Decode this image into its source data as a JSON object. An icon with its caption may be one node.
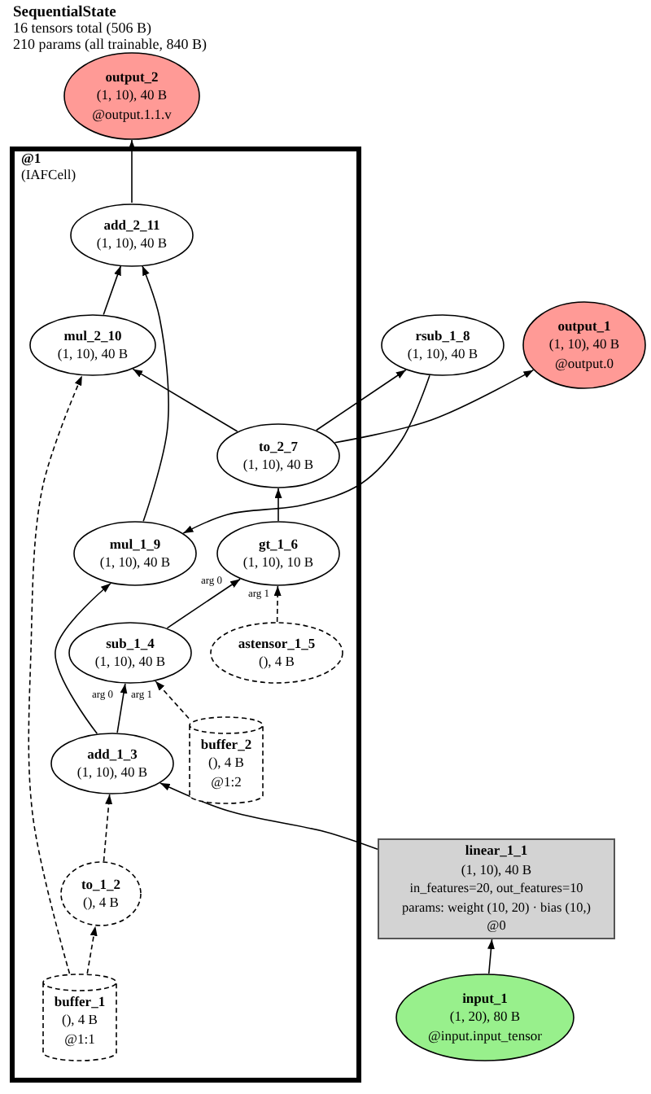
{
  "diagram": {
    "title": "SequentialState",
    "nodes": [
      {
        "text": [
          "output_2",
          "(1, 10), 40 B",
          "@output.1.1.v"
        ]
      },
      {
        "text": [
          "@1",
          "(IAFCell)"
        ]
      },
      {
        "text": [
          "add_2_11",
          "(1, 10), 40 B"
        ],
        "in": 1
      },
      {
        "text": [
          "mul_2_10",
          "(1, 10), 40 B"
        ],
        "in": 1
      },
      {
        "text": [
          "rsub_1_8",
          "(1, 10), 40 B"
        ]
      },
      {
        "text": [
          "output_1",
          "(1, 10), 40 B",
          "@output.0"
        ]
      },
      {
        "text": [
          "to_2_7",
          "(1, 10), 40 B"
        ],
        "in": 1
      },
      {
        "text": [
          "mul_1_9",
          "(1, 10), 40 B"
        ],
        "in": 1
      },
      {
        "text": [
          "gt_1_6",
          "(1, 10), 10 B"
        ],
        "in": 1
      },
      {
        "text": [
          "sub_1_4",
          "(1, 10), 40 B"
        ],
        "in": 1
      },
      {
        "text": [
          "astensor_1_5",
          "(), 4 B"
        ],
        "in": 1
      },
      {
        "text": [
          "buffer_2",
          "(), 4 B",
          "@1:2"
        ],
        "in": 1
      },
      {
        "text": [
          "add_1_3",
          "(1, 10), 40 B"
        ],
        "in": 1
      },
      {
        "text": [
          "linear_1_1",
          "(1, 10), 40 B",
          "in_features=20, out_features=10",
          "params: weight (10, 20) · bias (10,)",
          "@0"
        ]
      },
      {
        "text": [
          "to_1_2",
          "(), 4 B"
        ],
        "in": 1
      },
      {
        "text": [
          "buffer_1",
          "(), 4 B",
          "@1:1"
        ],
        "in": 1
      },
      {
        "text": [
          "input_1",
          "(1, 20), 80 B",
          "@input.input_tensor"
        ]
      }
    ],
    "edges": [
      {
        "from": 2,
        "to": 0,
        "arrow": "to"
      },
      {
        "from": 3,
        "to": 2,
        "arrow": "to"
      },
      {
        "from": 7,
        "to": 2,
        "arrow": "to"
      },
      {
        "from": 6,
        "to": 3,
        "arrow": "to"
      },
      {
        "from": 15,
        "to": 3,
        "arrow": "to",
        "style": "dashed"
      },
      {
        "from": 6,
        "to": 4,
        "arrow": "to"
      },
      {
        "from": 6,
        "to": 5,
        "arrow": "to"
      },
      {
        "from": 4,
        "to": 7,
        "arrow": "to"
      },
      {
        "from": 8,
        "to": 6,
        "arrow": "to"
      },
      {
        "from": 12,
        "to": 7,
        "arrow": "to"
      },
      {
        "from": 9,
        "to": 8,
        "arrow": "to",
        "label": "arg 0"
      },
      {
        "from": 10,
        "to": 8,
        "arrow": "to",
        "style": "dashed",
        "label": "arg 1"
      },
      {
        "from": 12,
        "to": 9,
        "arrow": "to",
        "label": "arg 0"
      },
      {
        "from": 11,
        "to": 9,
        "arrow": "to",
        "style": "dashed",
        "label": "arg 1"
      },
      {
        "from": 13,
        "to": 12,
        "arrow": "to"
      },
      {
        "from": 14,
        "to": 12,
        "arrow": "to",
        "style": "dashed"
      },
      {
        "from": 15,
        "to": 14,
        "arrow": "to",
        "style": "dashed"
      },
      {
        "from": 16,
        "to": 13,
        "arrow": "to"
      }
    ],
    "labels": [
      "16 tensors total (506 B)",
      "210 params (all trainable, 840 B)"
    ]
  }
}
